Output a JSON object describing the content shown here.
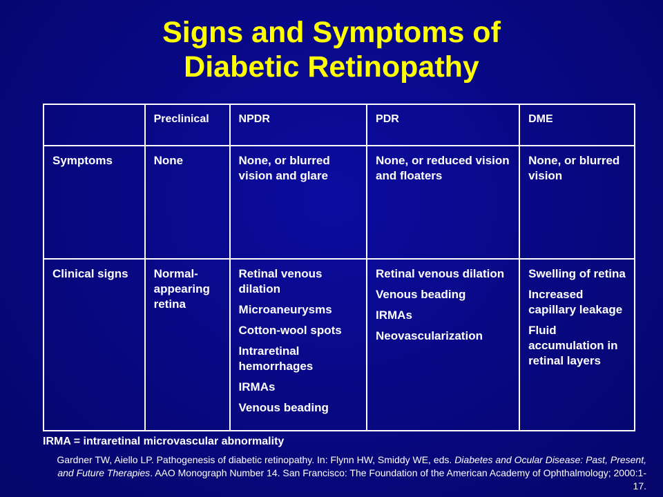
{
  "title": {
    "line1": "Signs and Symptoms of",
    "line2": "Diabetic Retinopathy"
  },
  "table": {
    "header": [
      "",
      "Preclinical",
      "NPDR",
      "PDR",
      "DME"
    ],
    "rows": [
      {
        "label": "Symptoms",
        "cells": [
          [
            "None"
          ],
          [
            "None, or blurred vision and glare"
          ],
          [
            "None, or reduced vision and floaters"
          ],
          [
            "None, or blurred vision"
          ]
        ]
      },
      {
        "label": "Clinical signs",
        "cells": [
          [
            "Normal-appearing retina"
          ],
          [
            "Retinal venous dilation",
            "Microaneurysms",
            "Cotton-wool spots",
            "Intraretinal hemorrhages",
            "IRMAs",
            "Venous beading"
          ],
          [
            "Retinal venous dilation",
            "Venous beading",
            "IRMAs",
            "Neovascularization"
          ],
          [
            "Swelling of retina",
            "Increased capillary leakage",
            "Fluid accumulation in retinal layers"
          ]
        ]
      }
    ]
  },
  "footnote": "IRMA = intraretinal microvascular abnormality",
  "citation": {
    "part1": "Gardner TW, Aiello LP. Pathogenesis of diabetic retinopathy. In: Flynn HW, Smiddy WE, eds. ",
    "italic": "Diabetes and Ocular Disease: Past, Present, and Future Therapies",
    "part2": ". AAO Monograph Number 14. San Francisco: The Foundation of the American Academy of Ophthalmology; 2000:1-17."
  },
  "colors": {
    "background": "#0a0a8a",
    "title": "#ffff00",
    "text": "#ffffff"
  }
}
